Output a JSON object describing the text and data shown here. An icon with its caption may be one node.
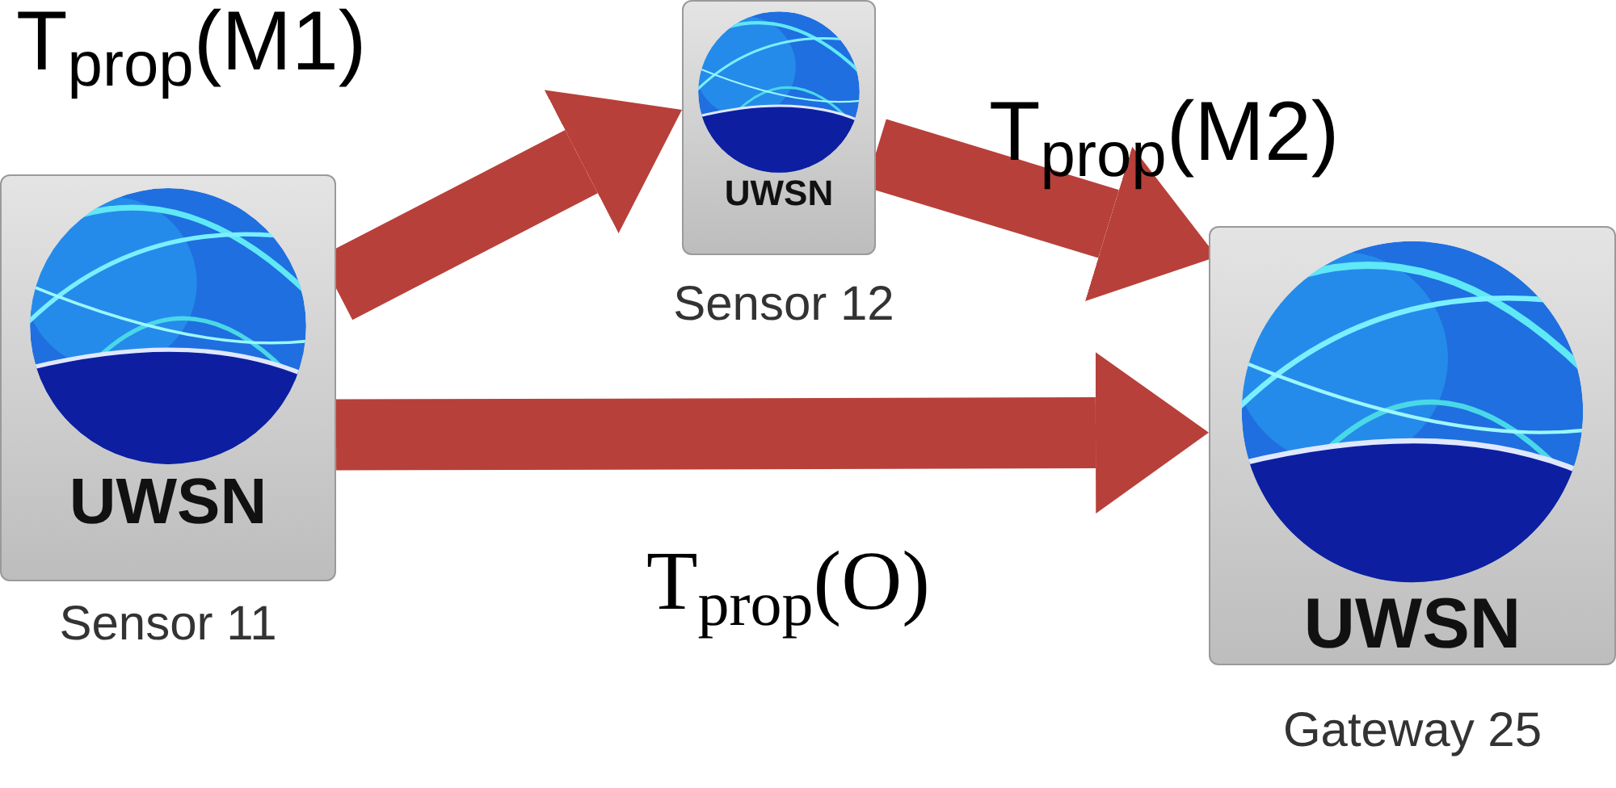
{
  "diagram": {
    "nodes": [
      {
        "text": [
          "UWSN"
        ],
        "beside": [
          "Sensor 11"
        ]
      },
      {
        "text": [
          "UWSN"
        ],
        "beside": [
          "Sensor 12"
        ]
      },
      {
        "text": [
          "UWSN"
        ],
        "beside": [
          "Gateway 25"
        ]
      }
    ],
    "edges": [
      {
        "from": 0,
        "to": 1,
        "arrow": "to",
        "label": "T$_{prop}$(M1)"
      },
      {
        "from": 1,
        "to": 2,
        "arrow": "to",
        "label": "T$_{prop}$(M2)"
      },
      {
        "from": 0,
        "to": 2,
        "arrow": "to",
        "label": "T$_{prop}$(O)"
      }
    ]
  }
}
